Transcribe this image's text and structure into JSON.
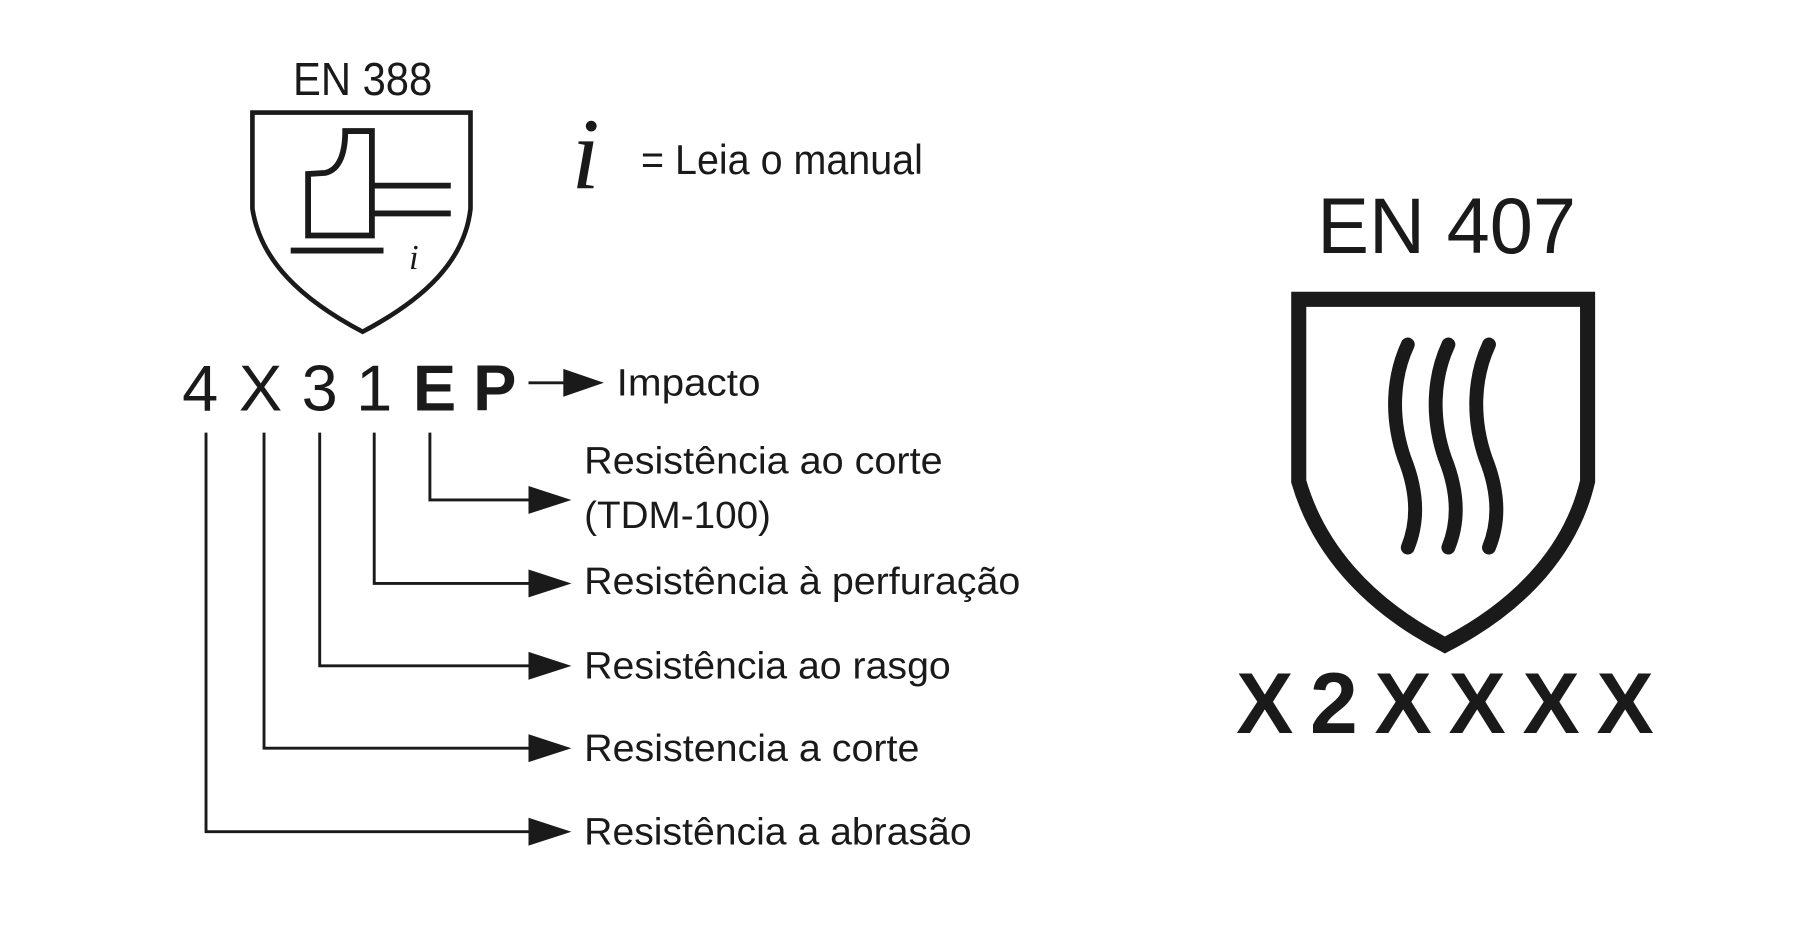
{
  "en388": {
    "title": "EN 388",
    "manual_note": "= Leia o manual",
    "code": [
      "4",
      "X",
      "3",
      "1",
      "E",
      "P"
    ],
    "labels": {
      "impact": "Impacto",
      "cut_tdm_line1": "Resistência ao corte",
      "cut_tdm_line2": "(TDM-100)",
      "puncture": "Resistência à perfuração",
      "tear": "Resistência ao rasgo",
      "cut": "Resistencia a corte",
      "abrasion": "Resistência a abrasão"
    }
  },
  "en407": {
    "title": "EN 407",
    "code": "X2XXXX"
  }
}
